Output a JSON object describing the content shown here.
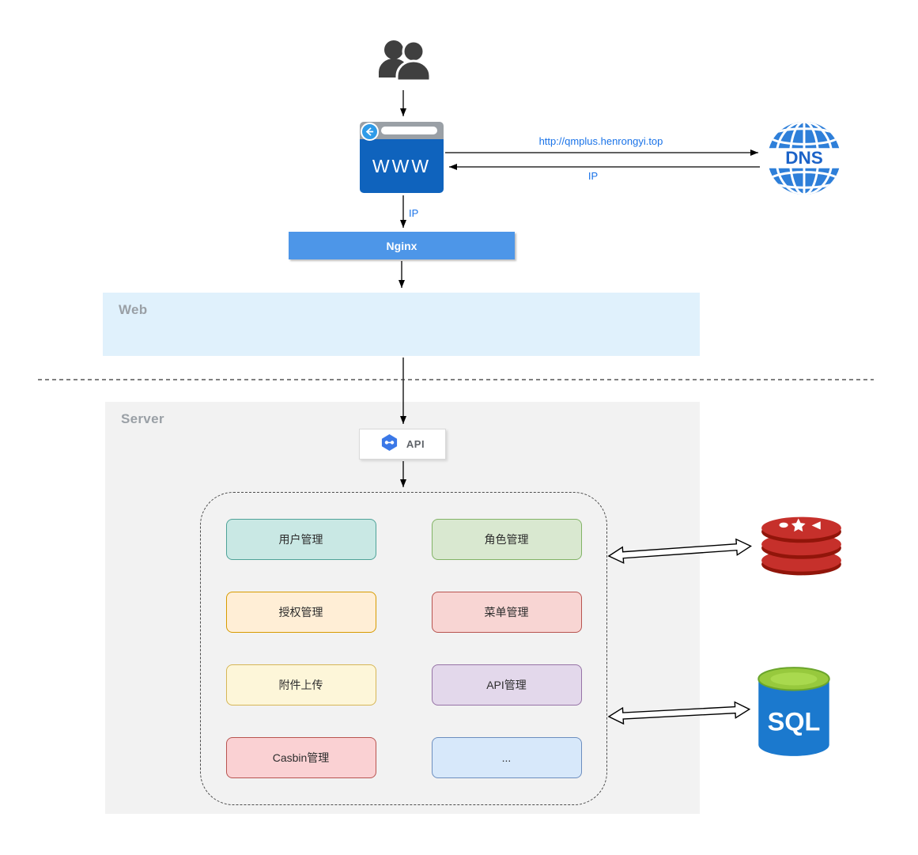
{
  "diagram": {
    "browser": {
      "label": "WWW"
    },
    "dns": {
      "label": "DNS"
    },
    "nginx": {
      "label": "Nginx"
    },
    "web_zone": {
      "label": "Web"
    },
    "server_zone": {
      "label": "Server"
    },
    "api": {
      "label": "API"
    },
    "sql": {
      "label": "SQL"
    },
    "flow_labels": {
      "dns_request": "http://qmplus.henrongyi.top",
      "dns_response": "IP",
      "browser_to_nginx": "IP"
    },
    "colors": {
      "flow_label": "#1a73e8",
      "nginx_bg": "#4d96e8",
      "browser_body": "#0f63bd",
      "web_zone_bg": "#e0f1fc",
      "server_zone_bg": "#f2f2f2",
      "dns_globe": "#2e7fd9",
      "api_hexagon": "#3b78e7",
      "redis_red": "#c6302b",
      "sql_body": "#1b79ce",
      "sql_top": "#97c93d"
    }
  },
  "modules": [
    {
      "label": "用户管理",
      "bg": "#c9e8e4",
      "border": "#4fa298"
    },
    {
      "label": "角色管理",
      "bg": "#d9e8d0",
      "border": "#82b366"
    },
    {
      "label": "授权管理",
      "bg": "#ffeed6",
      "border": "#d79b00"
    },
    {
      "label": "菜单管理",
      "bg": "#f8d5d3",
      "border": "#b85450"
    },
    {
      "label": "附件上传",
      "bg": "#fdf6d9",
      "border": "#d6b656"
    },
    {
      "label": "API管理",
      "bg": "#e3d8eb",
      "border": "#9673a6"
    },
    {
      "label": "Casbin管理",
      "bg": "#fad1d3",
      "border": "#b85450"
    },
    {
      "label": "...",
      "bg": "#d7e8fa",
      "border": "#6c8ebf"
    }
  ]
}
